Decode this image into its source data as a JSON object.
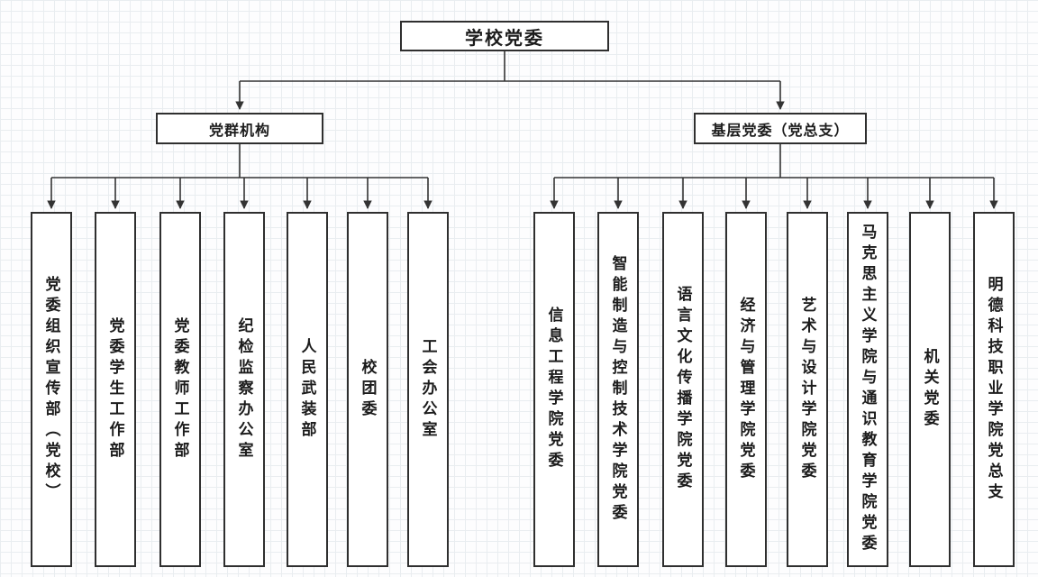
{
  "root": {
    "label": "学校党委"
  },
  "branches": {
    "left": {
      "label": "党群机构",
      "children": [
        {
          "label": "党委组织宣传部（党校）"
        },
        {
          "label": "党委学生工作部"
        },
        {
          "label": "党委教师工作部"
        },
        {
          "label": "纪检监察办公室"
        },
        {
          "label": "人民武装部"
        },
        {
          "label": "校团委"
        },
        {
          "label": "工会办公室"
        }
      ]
    },
    "right": {
      "label": "基层党委（党总支）",
      "children": [
        {
          "label": "信息工程学院党委"
        },
        {
          "label": "智能制造与控制技术学院党委"
        },
        {
          "label": "语言文化传播学院党委"
        },
        {
          "label": "经济与管理学院党委"
        },
        {
          "label": "艺术与设计学院党委"
        },
        {
          "label": "马克思主义学院与通识教育学院党委"
        },
        {
          "label": "机关党委"
        },
        {
          "label": "明德科技职业学院党总支"
        }
      ]
    }
  },
  "colors": {
    "line": "#333333",
    "node_border": "#2f2f2f",
    "grid": "#e9edf0"
  }
}
